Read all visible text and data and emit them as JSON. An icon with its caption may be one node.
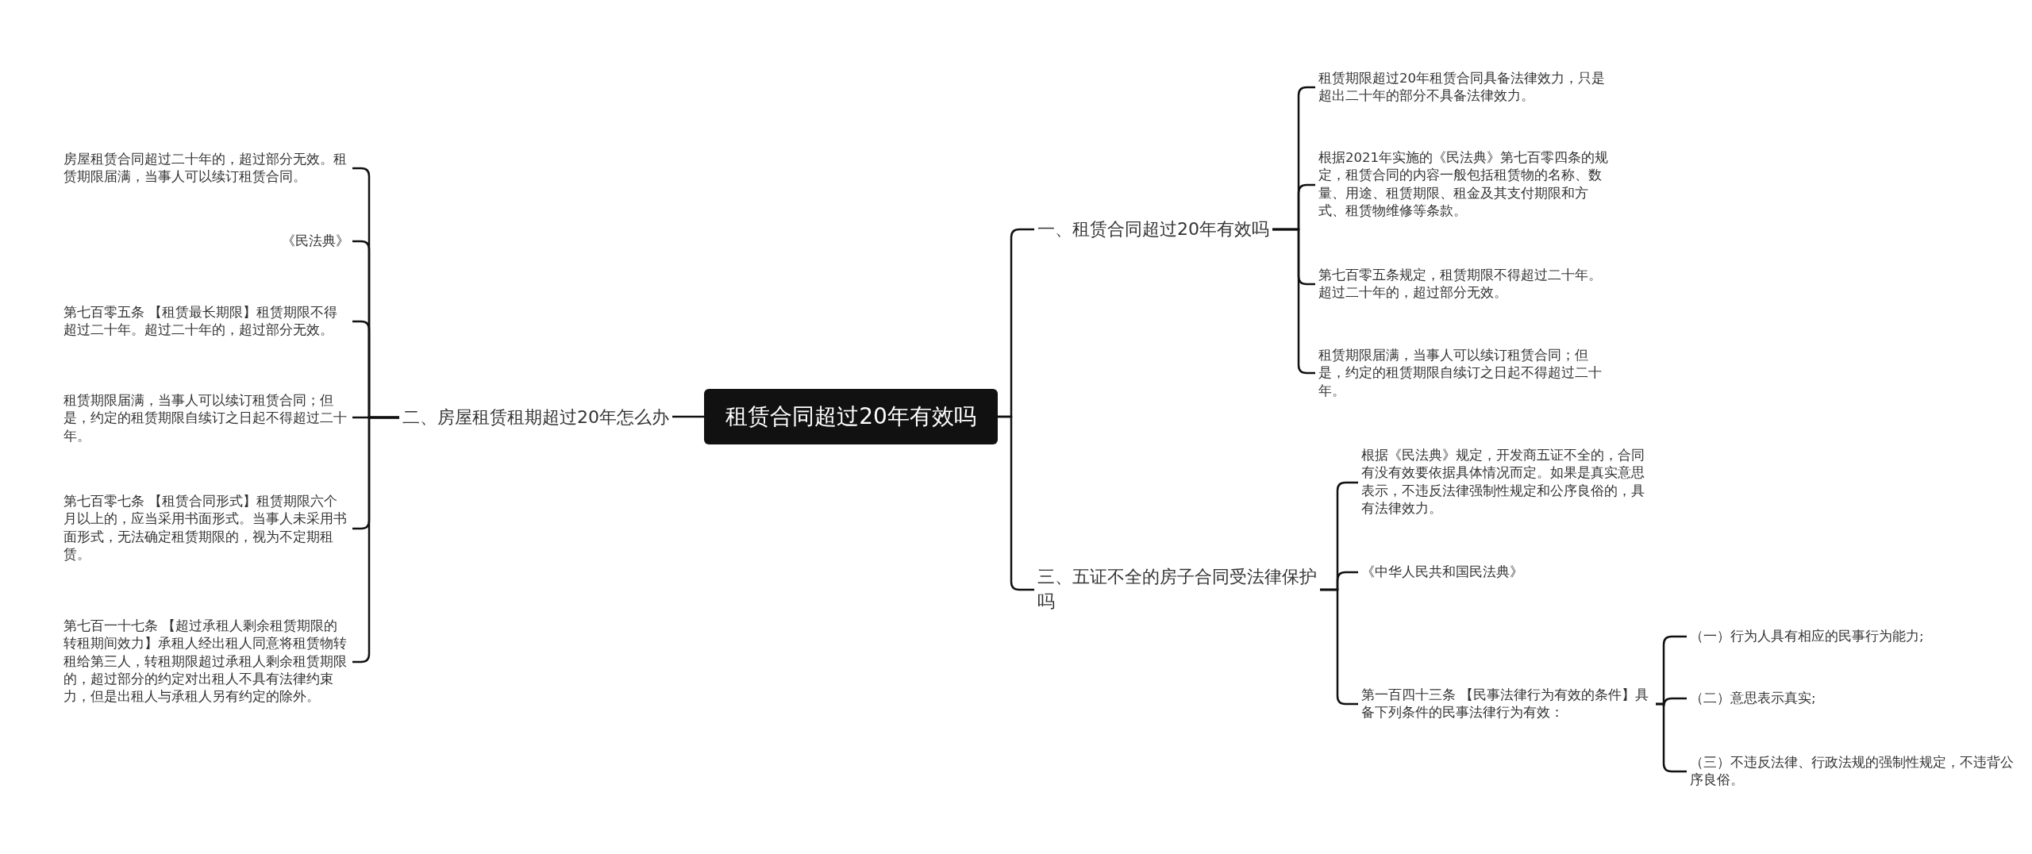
{
  "diagram": {
    "nodes": [
      {
        "text": [
          "租赁合同超过20年有效吗"
        ]
      },
      {
        "text": [
          "一、租赁合同超过20年有效吗"
        ]
      },
      {
        "text": [
          "租赁期限超过20年租赁合同具备法律效力，只是超出二十年的部分不具备法律效力。"
        ]
      },
      {
        "text": [
          "根据2021年实施的《民法典》第七百零四条的规定，租赁合同的内容一般包括租赁物的名称、数量、用途、租赁期限、租金及其支付期限和方式、租赁物维修等条款。"
        ]
      },
      {
        "text": [
          "第七百零五条规定，租赁期限不得超过二十年。超过二十年的，超过部分无效。"
        ]
      },
      {
        "text": [
          "租赁期限届满，当事人可以续订租赁合同；但是，约定的租赁期限自续订之日起不得超过二十年。"
        ]
      },
      {
        "text": [
          "二、房屋租赁租期超过20年怎么办"
        ]
      },
      {
        "text": [
          "房屋租赁合同超过二十年的，超过部分无效。租赁期限届满，当事人可以续订租赁合同。"
        ]
      },
      {
        "text": [
          "《民法典》"
        ]
      },
      {
        "text": [
          "第七百零五条 【租赁最长期限】租赁期限不得超过二十年。超过二十年的，超过部分无效。"
        ]
      },
      {
        "text": [
          "租赁期限届满，当事人可以续订租赁合同；但是，约定的租赁期限自续订之日起不得超过二十年。"
        ]
      },
      {
        "text": [
          "第七百零七条 【租赁合同形式】租赁期限六个月以上的，应当采用书面形式。当事人未采用书面形式，无法确定租赁期限的，视为不定期租赁。"
        ]
      },
      {
        "text": [
          "第七百一十七条 【超过承租人剩余租赁期限的转租期间效力】承租人经出租人同意将租赁物转租给第三人，转租期限超过承租人剩余租赁期限的，超过部分的约定对出租人不具有法律约束力，但是出租人与承租人另有约定的除外。"
        ]
      },
      {
        "text": [
          "三、五证不全的房子合同受法律保护吗"
        ]
      },
      {
        "text": [
          "根据《民法典》规定，开发商五证不全的，合同有没有效要依据具体情况而定。如果是真实意思表示，不违反法律强制性规定和公序良俗的，具有法律效力。"
        ]
      },
      {
        "text": [
          "《中华人民共和国民法典》"
        ]
      },
      {
        "text": [
          "第一百四十三条 【民事法律行为有效的条件】具备下列条件的民事法律行为有效："
        ]
      },
      {
        "text": [
          "（一）行为人具有相应的民事行为能力;"
        ]
      },
      {
        "text": [
          "（二）意思表示真实;"
        ]
      },
      {
        "text": [
          "（三）不违反法律、行政法规的强制性规定，不违背公序良俗。"
        ]
      }
    ],
    "edges": [
      {
        "from": 0,
        "to": 1,
        "arrow": "none"
      },
      {
        "from": 0,
        "to": 6,
        "arrow": "none"
      },
      {
        "from": 0,
        "to": 13,
        "arrow": "none"
      },
      {
        "from": 1,
        "to": 2,
        "arrow": "none"
      },
      {
        "from": 1,
        "to": 3,
        "arrow": "none"
      },
      {
        "from": 1,
        "to": 4,
        "arrow": "none"
      },
      {
        "from": 1,
        "to": 5,
        "arrow": "none"
      },
      {
        "from": 6,
        "to": 7,
        "arrow": "none"
      },
      {
        "from": 6,
        "to": 8,
        "arrow": "none"
      },
      {
        "from": 6,
        "to": 9,
        "arrow": "none"
      },
      {
        "from": 6,
        "to": 10,
        "arrow": "none"
      },
      {
        "from": 6,
        "to": 11,
        "arrow": "none"
      },
      {
        "from": 6,
        "to": 12,
        "arrow": "none"
      },
      {
        "from": 13,
        "to": 14,
        "arrow": "none"
      },
      {
        "from": 13,
        "to": 15,
        "arrow": "none"
      },
      {
        "from": 13,
        "to": 16,
        "arrow": "none"
      },
      {
        "from": 16,
        "to": 17,
        "arrow": "none"
      },
      {
        "from": 16,
        "to": 18,
        "arrow": "none"
      },
      {
        "from": 16,
        "to": 19,
        "arrow": "none"
      }
    ]
  }
}
